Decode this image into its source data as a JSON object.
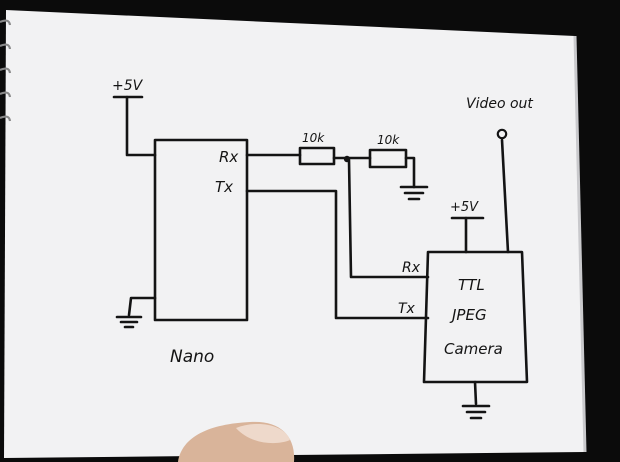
{
  "diagram": {
    "labels": {
      "plus5v_left": "+5V",
      "rx_nano": "Rx",
      "tx_nano": "Tx",
      "resistor1": "10k",
      "resistor2": "10k",
      "video_out": "Video out",
      "plus5v_camera": "+5V",
      "rx_camera": "Rx",
      "tx_camera": "Tx",
      "camera_line1": "TTL",
      "camera_line2": "JPEG",
      "camera_line3": "Camera",
      "nano": "Nano"
    }
  }
}
